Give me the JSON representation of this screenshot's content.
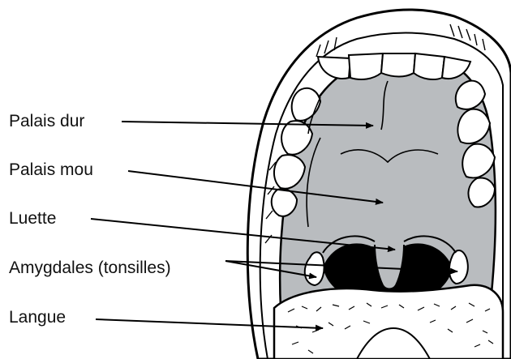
{
  "labels": {
    "hard_palate": "Palais dur",
    "soft_palate": "Palais mou",
    "uvula": "Luette",
    "tonsils": "Amygdales (tonsilles)",
    "tongue": "Langue"
  },
  "colors": {
    "palate_fill": "#b9bcbf",
    "throat_fill": "#000000",
    "outline": "#000000",
    "background": "#ffffff"
  }
}
